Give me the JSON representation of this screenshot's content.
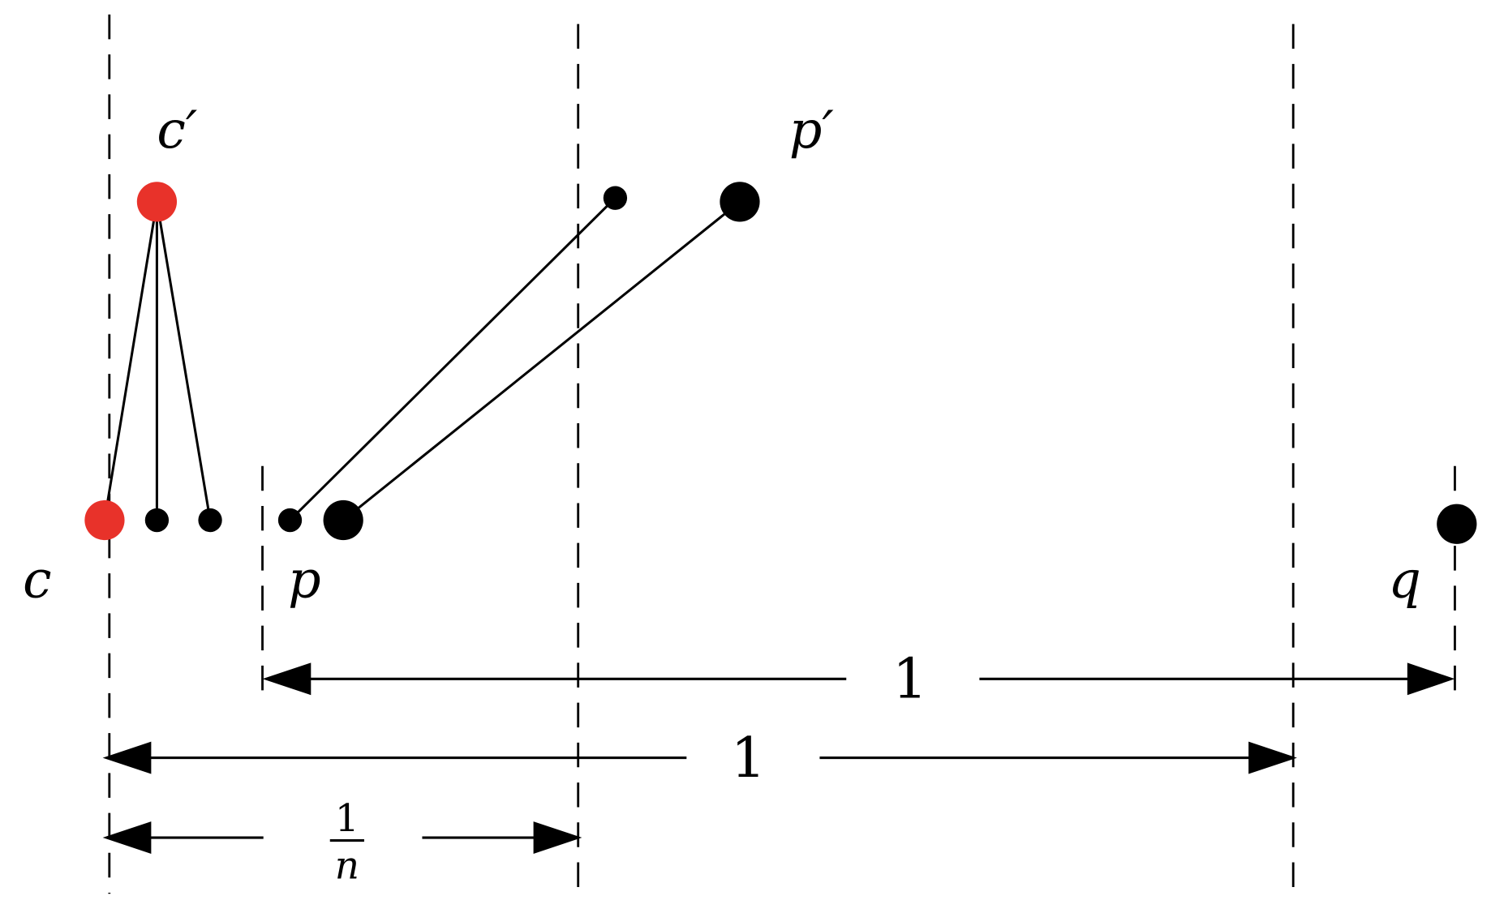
{
  "labels": {
    "c_prime": "c′",
    "p_prime": "p′",
    "c": "c",
    "p": "p",
    "q": "q"
  },
  "dimensions": {
    "pq_length": "1",
    "c_to_third_line": "1",
    "one_over_n_numerator": "1",
    "one_over_n_denominator": "n"
  },
  "colors": {
    "highlight": "#e8322a",
    "ink": "#000000"
  }
}
